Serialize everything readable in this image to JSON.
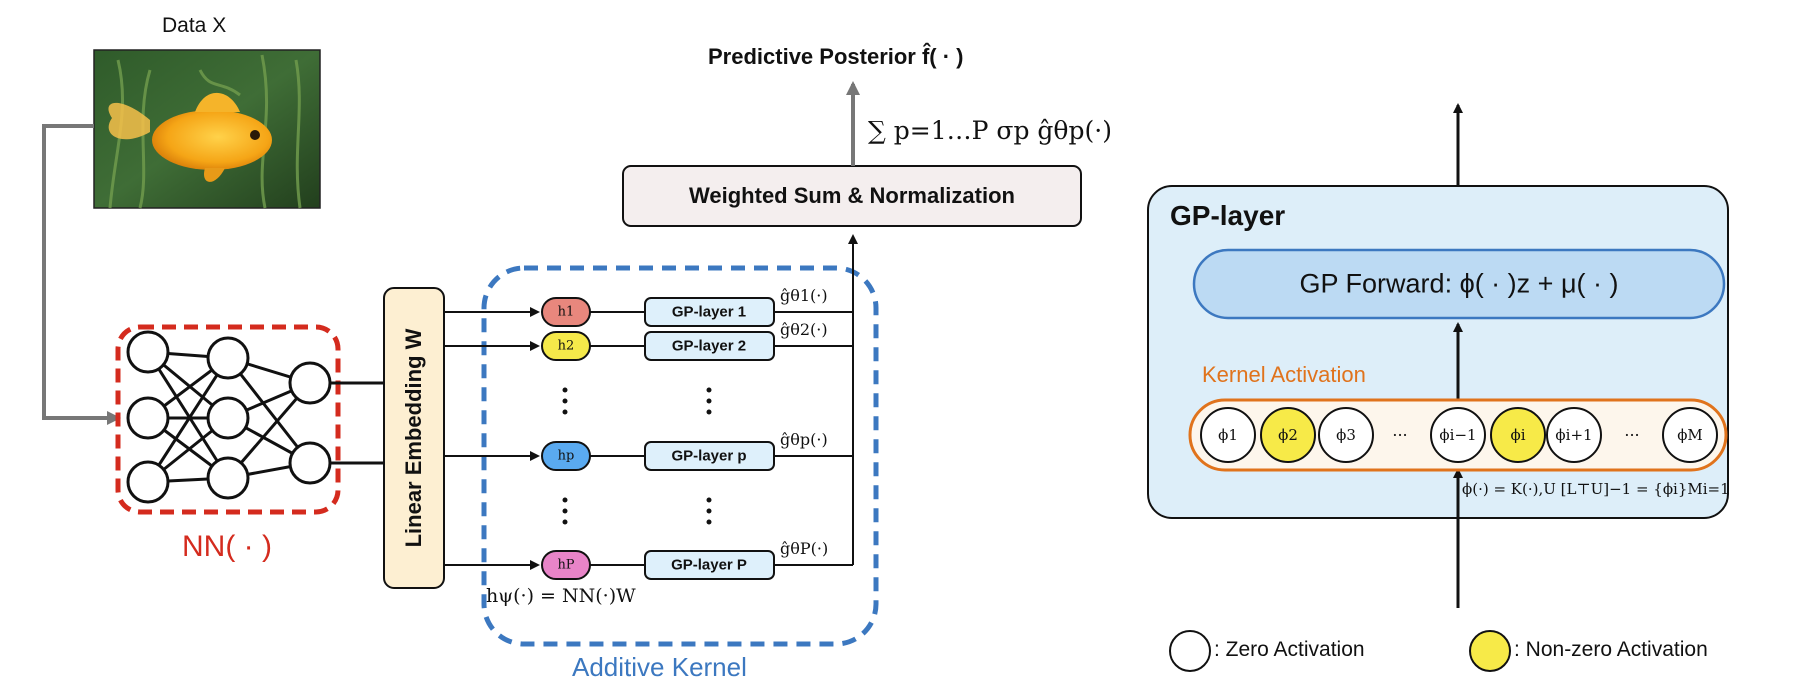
{
  "data_label": "Data X",
  "nn_label": "NN( · )",
  "embedding_label": "Linear Embedding W",
  "additive_kernel_label": "Additive Kernel",
  "h_formula": "hψ(·) = NN(·)W",
  "weighted_sum_label": "Weighted Sum & Normalization",
  "predictive_posterior_label": "Predictive Posterior f̂( · )",
  "sum_formula": "∑ p=1…P σp ĝθp(·)",
  "branches": [
    {
      "h": "h1",
      "gp": "GP-layer 1",
      "g": "ĝθ1(·)",
      "color": "#e8877d"
    },
    {
      "h": "h2",
      "gp": "GP-layer 2",
      "g": "ĝθ2(·)",
      "color": "#f5e94a"
    },
    {
      "h": "hp",
      "gp": "GP-layer p",
      "g": "ĝθp(·)",
      "color": "#5aaaf0"
    },
    {
      "h": "hP",
      "gp": "GP-layer P",
      "g": "ĝθP(·)",
      "color": "#e884c8"
    }
  ],
  "gp_panel": {
    "title": "GP-layer",
    "forward_label": "GP Forward: ϕ( · )z + μ( · )",
    "kernel_activation_label": "Kernel Activation",
    "phi_formula": "ϕ(·) = K(·),U [L⊤U]−1 = {ϕi}Mi=1",
    "phis": [
      {
        "label": "ϕ1",
        "active": false
      },
      {
        "label": "ϕ2",
        "active": true
      },
      {
        "label": "ϕ3",
        "active": false
      },
      {
        "label": "···",
        "active": false,
        "dots": true
      },
      {
        "label": "ϕi−1",
        "active": false
      },
      {
        "label": "ϕi",
        "active": true
      },
      {
        "label": "ϕi+1",
        "active": false
      },
      {
        "label": "···",
        "active": false,
        "dots": true
      },
      {
        "label": "ϕM",
        "active": false
      }
    ]
  },
  "legend": {
    "zero": ": Zero Activation",
    "nonzero": ": Non-zero Activation"
  },
  "colors": {
    "nn_red": "#d42b1e",
    "kernel_blue": "#3c78c0",
    "orange": "#e0731c",
    "yellow": "#f7ea48",
    "gp_panel_bg": "#ddeef9",
    "gp_forward_bg": "#bcdaf3",
    "embed_bg": "#fdefd2",
    "gp_layer_bg": "#def0fb"
  }
}
